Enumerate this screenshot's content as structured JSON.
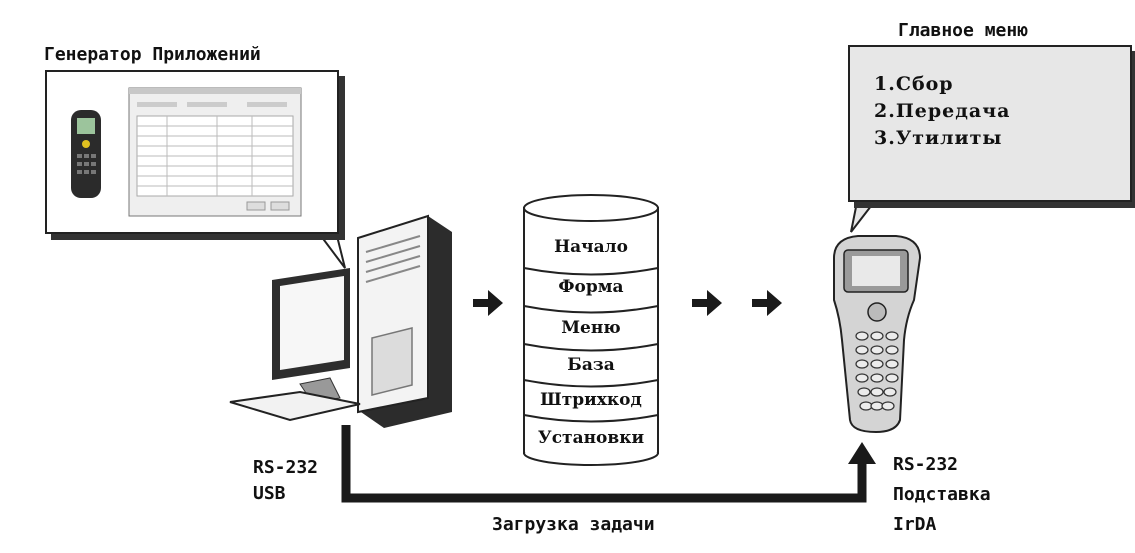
{
  "generator": {
    "title": "Генератор Приложений"
  },
  "main_menu": {
    "title": "Главное меню",
    "items": [
      "1.Сбор",
      "2.Пеpедача",
      "3.Утилиты"
    ]
  },
  "task_layers": [
    "Начало",
    "Форма",
    "Меню",
    "База",
    "Штрихкод",
    "Установки"
  ],
  "pc_ports": {
    "line1": "RS-232",
    "line2": "USB"
  },
  "terminal_ports": {
    "line1": "RS-232",
    "line2": "Подставка",
    "line3": "IrDA"
  },
  "download": {
    "label": "Загрузка задачи"
  },
  "colors": {
    "arrow": "#1a1a1a",
    "menu_bg": "#e7e7e7",
    "device": "#d4d4d4"
  }
}
